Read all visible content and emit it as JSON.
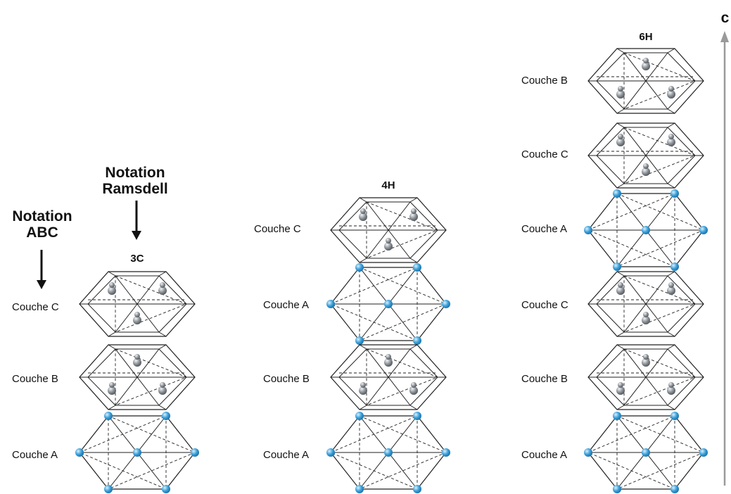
{
  "headers": {
    "abc_line1": "Notation",
    "abc_line2": "ABC",
    "ramsdell_line1": "Notation",
    "ramsdell_line2": "Ramsdell"
  },
  "polytypes": [
    {
      "name": "3C",
      "layers": [
        "Couche C",
        "Couche B",
        "Couche A"
      ]
    },
    {
      "name": "4H",
      "layers": [
        "Couche C",
        "Couche A",
        "Couche B",
        "Couche A"
      ]
    },
    {
      "name": "6H",
      "layers": [
        "Couche B",
        "Couche C",
        "Couche A",
        "Couche C",
        "Couche B",
        "Couche A"
      ]
    }
  ],
  "axis_label": "c",
  "colors": {
    "atom_a": "#3a9fd8",
    "atom_bc": "#8a9096",
    "axis": "#9a9a9a",
    "line": "#222222"
  }
}
